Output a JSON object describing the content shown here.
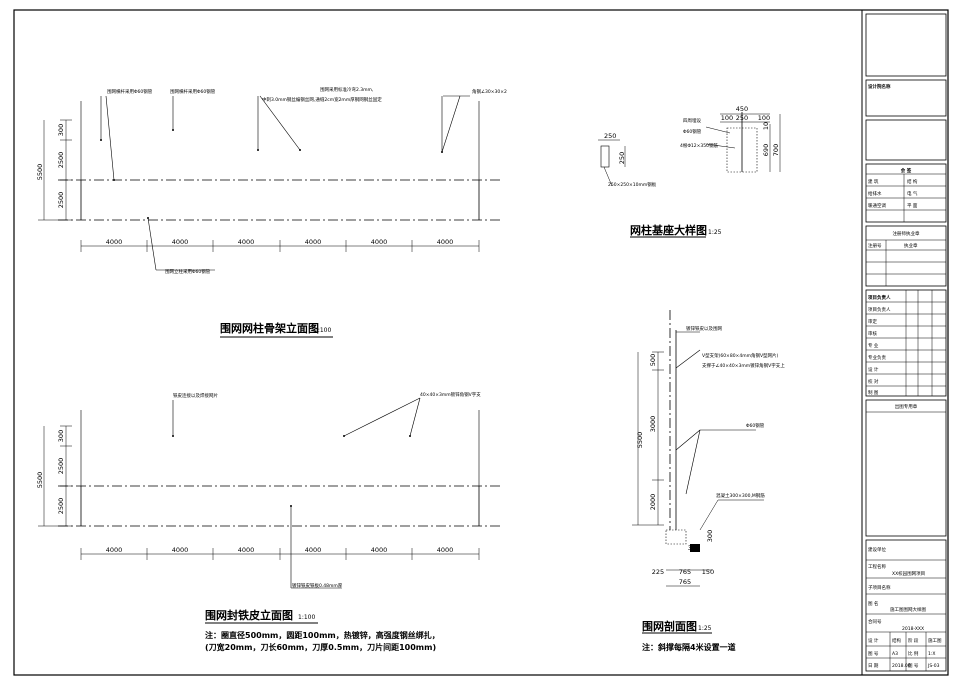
{
  "drawing": {
    "view1": {
      "title": "围网网柱骨架立面图",
      "scale": "1:100",
      "labels": [
        "围网横杆采用Φ60钢管",
        "围网横杆采用Φ60钢管",
        "围网采用标准冷弯2.3mm,",
        "中刺3.0mm钢丝编钢丝网,通缝2cm宽2mm厚钢网钢丝固定",
        "角钢∠30×30×2",
        "围网立柱采用Φ60钢管"
      ],
      "heights": [
        "300",
        "2500",
        "2500",
        "5500"
      ],
      "spans": [
        "4000",
        "4000",
        "4000",
        "4000",
        "4000",
        "4000"
      ]
    },
    "view2": {
      "title": "围网封铁皮立面图",
      "scale": "1:100",
      "labels": [
        "铁皮连接以及焊接网片",
        "40×40×3mm镀锌角钢V字支",
        "镀锌铁皮铁板0.48mm厚"
      ],
      "heights": [
        "300",
        "2500",
        "2500",
        "5500"
      ],
      "spans": [
        "4000",
        "4000",
        "4000",
        "4000",
        "4000",
        "4000"
      ],
      "notes": [
        "注：圈直径500mm，圆距100mm，热镀锌，高强度钢丝绑扎，",
        "(刀宽20mm，刀长60mm，刀厚0.5mm，刀片间距100mm)"
      ]
    },
    "view3": {
      "title": "网柱基座大样图",
      "scale": "1:25",
      "labels": [
        "四周埋设",
        "Φ60钢管",
        "4根Φ12×350钢筋",
        "250×250×10mm钢板"
      ],
      "dims": [
        "250",
        "250",
        "450",
        "100",
        "250",
        "100",
        "10",
        "690",
        "700"
      ]
    },
    "view4": {
      "title": "围网剖面图",
      "scale": "1:25",
      "labels": [
        "镀锌铁皮以及围网",
        "V型支架(60×80×4mm角钢V型网片)",
        "支撑于∠40×40×3mm镀锌角钢V字支上",
        "Φ60钢管",
        "混凝土300×300,M钢筋"
      ],
      "dims": [
        "500",
        "3000",
        "2000",
        "5500",
        "300",
        "300",
        "225",
        "765",
        "150",
        "765"
      ],
      "note": "注：斜撑每隔4米设置一道"
    }
  },
  "titleblock": {
    "company": "设计院名称",
    "sign_header": "会 签",
    "sign_rows": [
      [
        "建 筑",
        "结 构"
      ],
      [
        "给排水",
        "电 气"
      ],
      [
        "暖通空调",
        "平 面"
      ]
    ],
    "seal": "注册师执业章",
    "seal_row": [
      "注册号",
      "执业章"
    ],
    "staff": [
      "项目负责人",
      "项目负责人",
      "审定",
      "审核",
      "专 业",
      "专业负责",
      "设 计",
      "校 对",
      "制 图"
    ],
    "cert": "出图专用章",
    "info": [
      "建设单位",
      "工程名称",
      "子项目名称",
      "图 名",
      "合同号"
    ],
    "project_name": "XX校园围网项目",
    "drawing_name": "施工图围网大样图",
    "contract": "2018-XXX",
    "bottom": [
      "设 计",
      "结构",
      "阶 段",
      "施工图",
      "图 号",
      "A3",
      "比 例",
      "1:X",
      "日 期",
      "2018.06",
      "图 号",
      "JS-03"
    ]
  }
}
